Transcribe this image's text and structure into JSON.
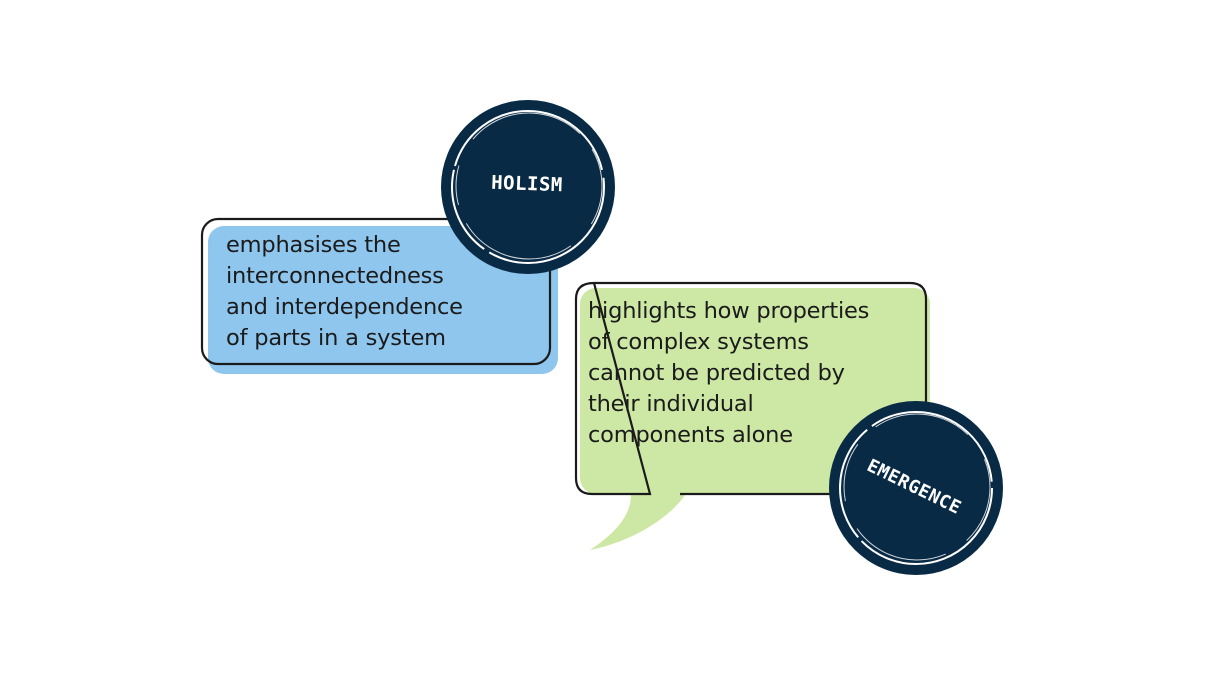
{
  "holism": {
    "term": "HOLISM",
    "description_lines": [
      "emphasises the",
      "interconnectedness",
      "and interdependence",
      "of parts in a system"
    ]
  },
  "emergence": {
    "term": "EMERGENCE",
    "description_lines": [
      "highlights how properties",
      "of complex systems",
      "cannot be predicted by",
      "their individual",
      "components alone"
    ]
  },
  "colors": {
    "holism_box": "#8fc6ee",
    "emergence_box": "#cde8a4",
    "badge": "#082a45",
    "outline": "#1b1b1b",
    "badge_text": "#ffffff"
  }
}
